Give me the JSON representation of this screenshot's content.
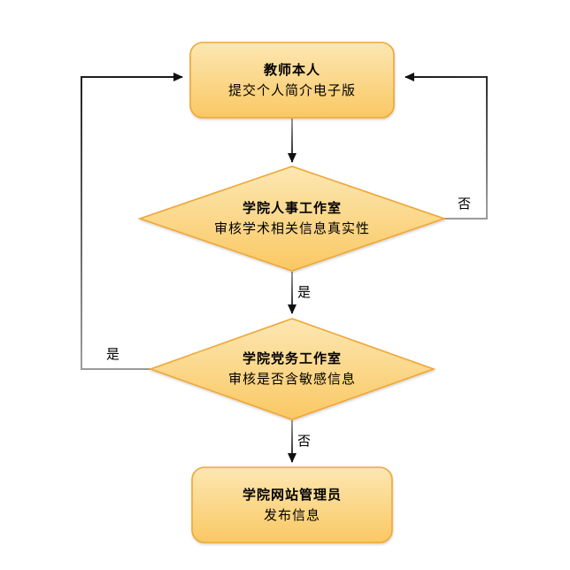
{
  "diagram": {
    "type": "flowchart",
    "background": "#ffffff",
    "nodes": [
      {
        "id": "teacher",
        "shape": "rounded-rect",
        "title": "教师本人",
        "subtitle": "提交个人简介电子版"
      },
      {
        "id": "hr",
        "shape": "decision",
        "title": "学院人事工作室",
        "subtitle": "审核学术相关信息真实性"
      },
      {
        "id": "party",
        "shape": "decision",
        "title": "学院党务工作室",
        "subtitle": "审核是否含敏感信息"
      },
      {
        "id": "webadmin",
        "shape": "rounded-rect",
        "title": "学院网站管理员",
        "subtitle": "发布信息"
      }
    ],
    "edges": [
      {
        "from": "teacher",
        "to": "hr",
        "label": "",
        "route": "straight-down"
      },
      {
        "from": "hr",
        "to": "party",
        "label": "是",
        "route": "straight-down"
      },
      {
        "from": "party",
        "to": "webadmin",
        "label": "否",
        "route": "straight-down"
      },
      {
        "from": "hr",
        "to": "teacher",
        "label": "否",
        "route": "right-loop"
      },
      {
        "from": "party",
        "to": "teacher",
        "label": "是",
        "route": "left-loop"
      }
    ],
    "colors": {
      "shape_fill_top": "#FCE7B2",
      "shape_fill_bottom": "#FAC863",
      "shape_border": "#F0A636",
      "connector_gray": "#9A9A9A",
      "connector_dark": "#1A1A1A",
      "arrowhead": "#111111",
      "text": "#000000"
    }
  }
}
